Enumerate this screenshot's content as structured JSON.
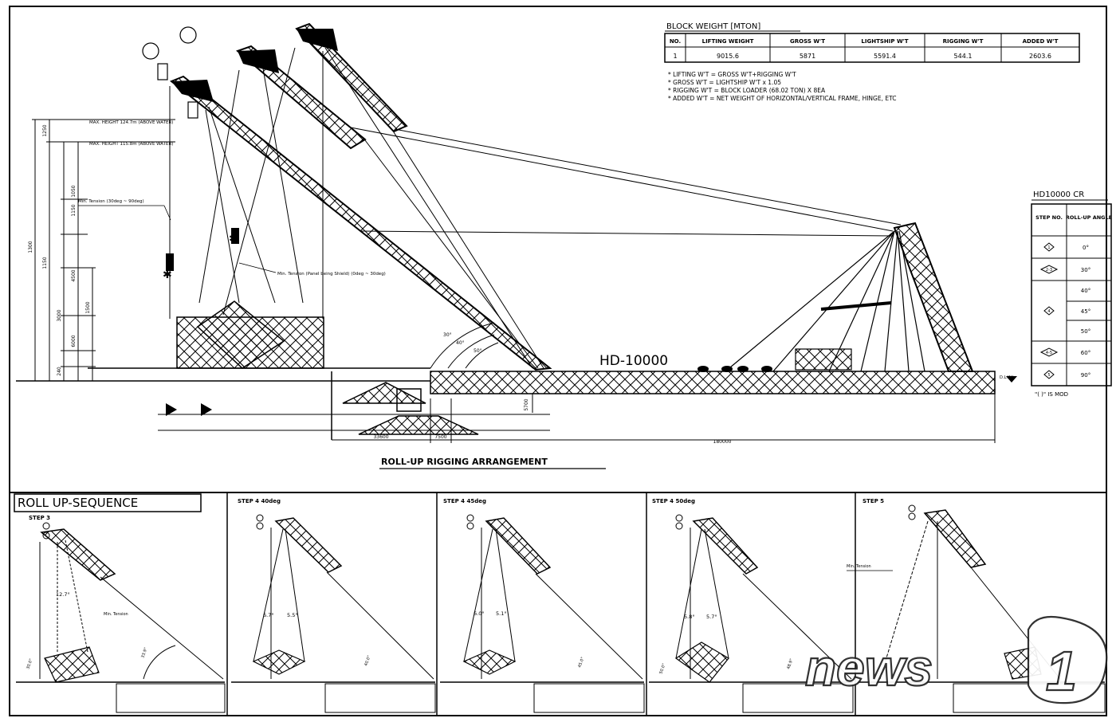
{
  "block_weight": {
    "title": "BLOCK WEIGHT [MTON]",
    "headers": [
      "NO.",
      "LIFTING WEIGHT",
      "GROSS W'T",
      "LIGHTSHIP W'T",
      "RIGGING W'T",
      "ADDED W'T"
    ],
    "rows": [
      [
        "1",
        "9015.6",
        "5871",
        "5591.4",
        "544.1",
        "2603.6"
      ]
    ],
    "notes": [
      "* LIFTING W'T = GROSS W'T+RIGGING W'T",
      "* GROSS W'T = LIGHTSHIP W'T x 1.05",
      "* RIGGING W'T = BLOCK LOADER (68.02 TON) X 8EA",
      "* ADDED W'T = NET WEIGHT OF HORIZONTAL/VERTICAL FRAME, HINGE, ETC"
    ]
  },
  "crane_table": {
    "title": "HD10000 CR",
    "headers": [
      "STEP NO.",
      "ROLL-UP ANGLE"
    ],
    "steps": [
      "1",
      "2-3",
      "4",
      "4-5",
      "5"
    ],
    "angles": [
      "0°",
      "30°",
      "40°",
      "45°",
      "50°",
      "60°",
      "90°"
    ],
    "footnote": "\"( )\" IS MOD"
  },
  "main": {
    "crane_label": "HD-10000",
    "title": "ROLL-UP RIGGING ARRANGEMENT",
    "height_notes": [
      "MAX. HEIGHT 124.7m (ABOVE WATER)",
      "MAX. HEIGHT 115.8m (ABOVE WATER)"
    ],
    "tension_notes": [
      "Min. Tension (30deg ~ 90deg)",
      "Min. Tension (Panel being Shield) (0deg ~ 30deg)"
    ],
    "dims_v": [
      "1250",
      "1050",
      "1150",
      "6000",
      "1150",
      "4500",
      "1500",
      "3000",
      "240",
      "1300"
    ],
    "dims_h": [
      "33600",
      "7500",
      "180000"
    ],
    "angles_marks": [
      "30°",
      "40°",
      "50°"
    ],
    "deck_level": "D.L.W.L",
    "small_dim": "5700"
  },
  "sequence": {
    "title": "ROLL UP-SEQUENCE",
    "panels": [
      {
        "label": "STEP 3",
        "angles": [
          "12.7°"
        ],
        "note": "Min. Tension",
        "base_angles": [
          "30.0°",
          "33.9°"
        ]
      },
      {
        "label": "STEP 4 40deg",
        "angles": [
          "6.7°",
          "5.5°"
        ],
        "note": "",
        "base_angles": [
          "40.0°"
        ]
      },
      {
        "label": "STEP 4 45deg",
        "angles": [
          "6.0°",
          "5.1°"
        ],
        "note": "",
        "base_angles": [
          "45.0°"
        ]
      },
      {
        "label": "STEP 4 50deg",
        "angles": [
          "5.8°",
          "5.7°"
        ],
        "note": "",
        "base_angles": [
          "50.0°",
          "48.9°"
        ]
      },
      {
        "label": "STEP 5",
        "angles": [],
        "note": "Min. Tension",
        "base_angles": []
      }
    ]
  },
  "watermark": {
    "text": "news1"
  }
}
